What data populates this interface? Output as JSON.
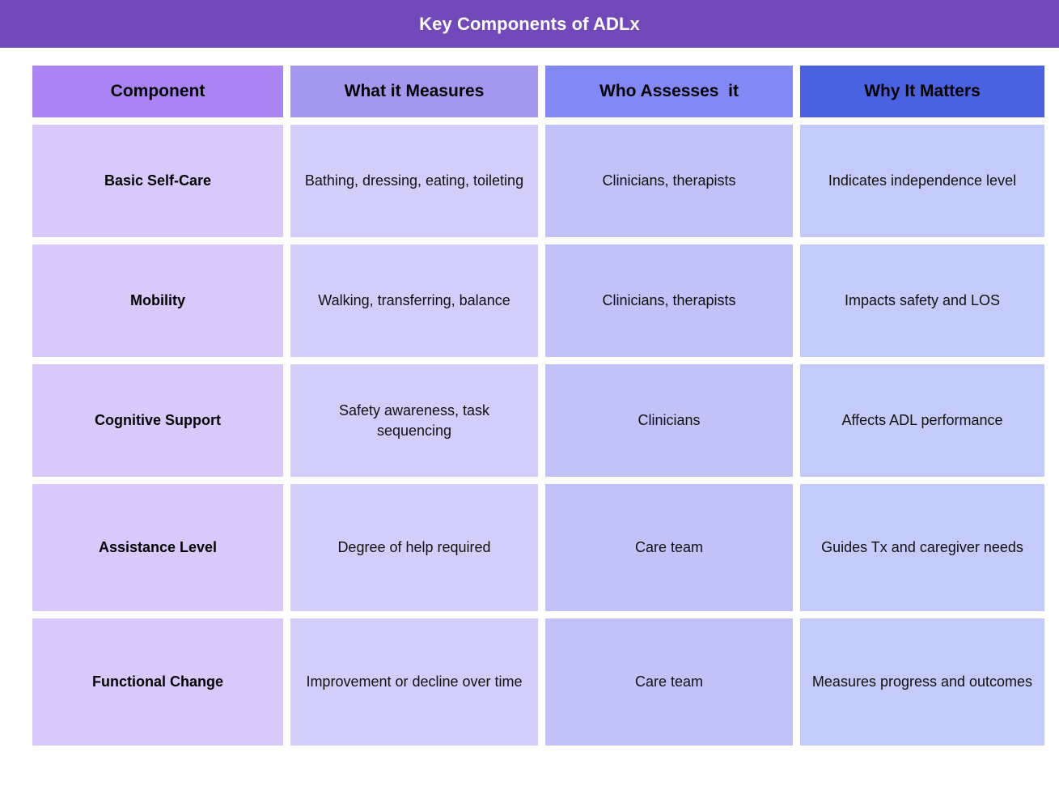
{
  "header": {
    "title": "Key Components of ADLx",
    "bar_color": "#7249b8",
    "title_color": "#ffffff"
  },
  "table": {
    "columns": [
      {
        "label": "Component",
        "header_color": "#ab84f3",
        "cell_color": "#d8c9fa"
      },
      {
        "label": "What it Measures",
        "header_color": "#a397f0",
        "cell_color": "#d3cdf9"
      },
      {
        "label": "Who Assesses  it",
        "header_color": "#8289f5",
        "cell_color": "#c0c2f8"
      },
      {
        "label": "Why It Matters",
        "header_color": "#4a62df",
        "cell_color": "#c4cbf8"
      }
    ],
    "rows": [
      {
        "component": "Basic Self-Care",
        "measures": "Bathing, dressing, eating, toileting",
        "assessor": "Clinicians, therapists",
        "why": "Indicates independence level"
      },
      {
        "component": "Mobility",
        "measures": "Walking, transferring, balance",
        "assessor": "Clinicians, therapists",
        "why": "Impacts safety and LOS"
      },
      {
        "component": "Cognitive Support",
        "measures": "Safety awareness, task sequencing",
        "assessor": "Clinicians",
        "why": "Affects ADL performance"
      },
      {
        "component": "Assistance Level",
        "measures": "Degree of help required",
        "assessor": "Care team",
        "why": "Guides Tx and caregiver needs"
      },
      {
        "component": "Functional Change",
        "measures": "Improvement or decline over time",
        "assessor": "Care team",
        "why": "Measures progress and outcomes"
      }
    ]
  }
}
